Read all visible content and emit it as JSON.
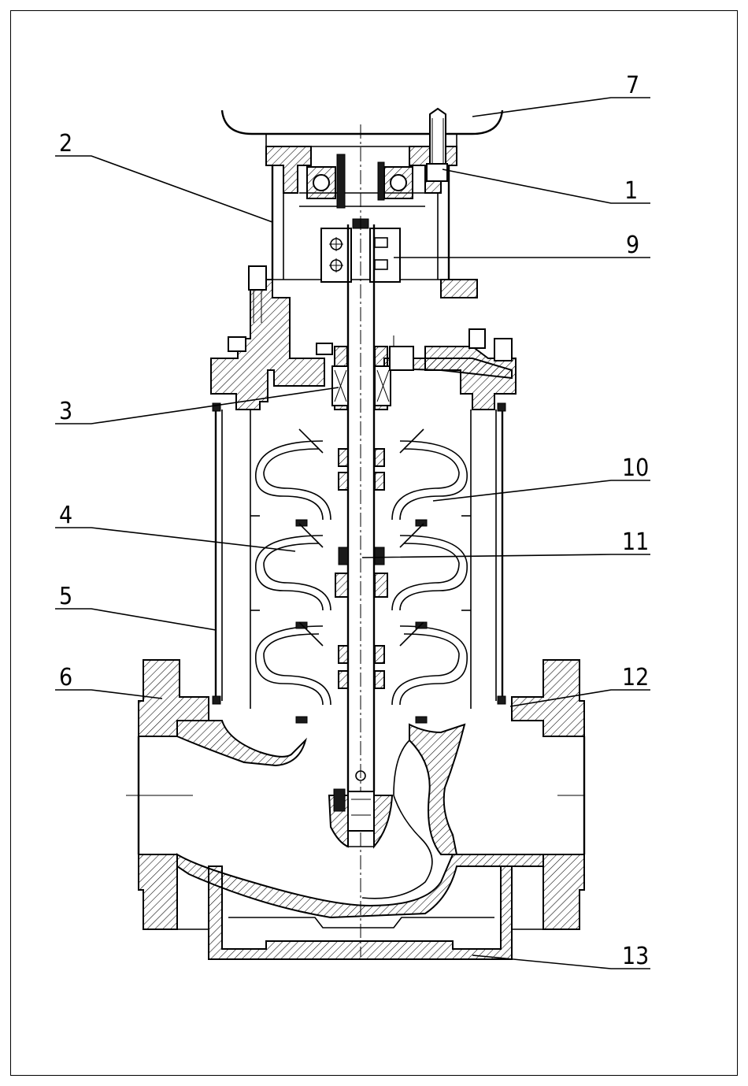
{
  "labels": [
    {
      "id": "1",
      "text": "1"
    },
    {
      "id": "2",
      "text": "2"
    },
    {
      "id": "3",
      "text": "3"
    },
    {
      "id": "4",
      "text": "4"
    },
    {
      "id": "5",
      "text": "5"
    },
    {
      "id": "6",
      "text": "6"
    },
    {
      "id": "7",
      "text": "7"
    },
    {
      "id": "9",
      "text": "9"
    },
    {
      "id": "10",
      "text": "10"
    },
    {
      "id": "11",
      "text": "11"
    },
    {
      "id": "12",
      "text": "12"
    },
    {
      "id": "13",
      "text": "13"
    }
  ]
}
